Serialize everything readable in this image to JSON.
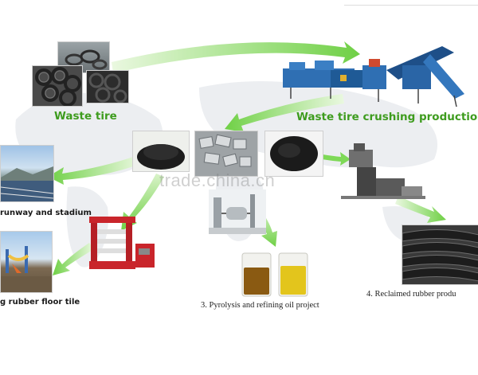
{
  "labels": {
    "waste_tire": "Waste tire",
    "crushing_line": "Waste tire crushing production line",
    "runway": "runway and stadium",
    "floor_tile": "g rubber floor tile",
    "pyrolysis": "3. Pyrolysis and refining oil project",
    "reclaimed": "4. Reclaimed rubber produ"
  },
  "watermark": "trade.china.cn",
  "colors": {
    "arrow": "#7ed957",
    "label_green": "#3e9c1e",
    "map_gray": "#e9ebee"
  }
}
